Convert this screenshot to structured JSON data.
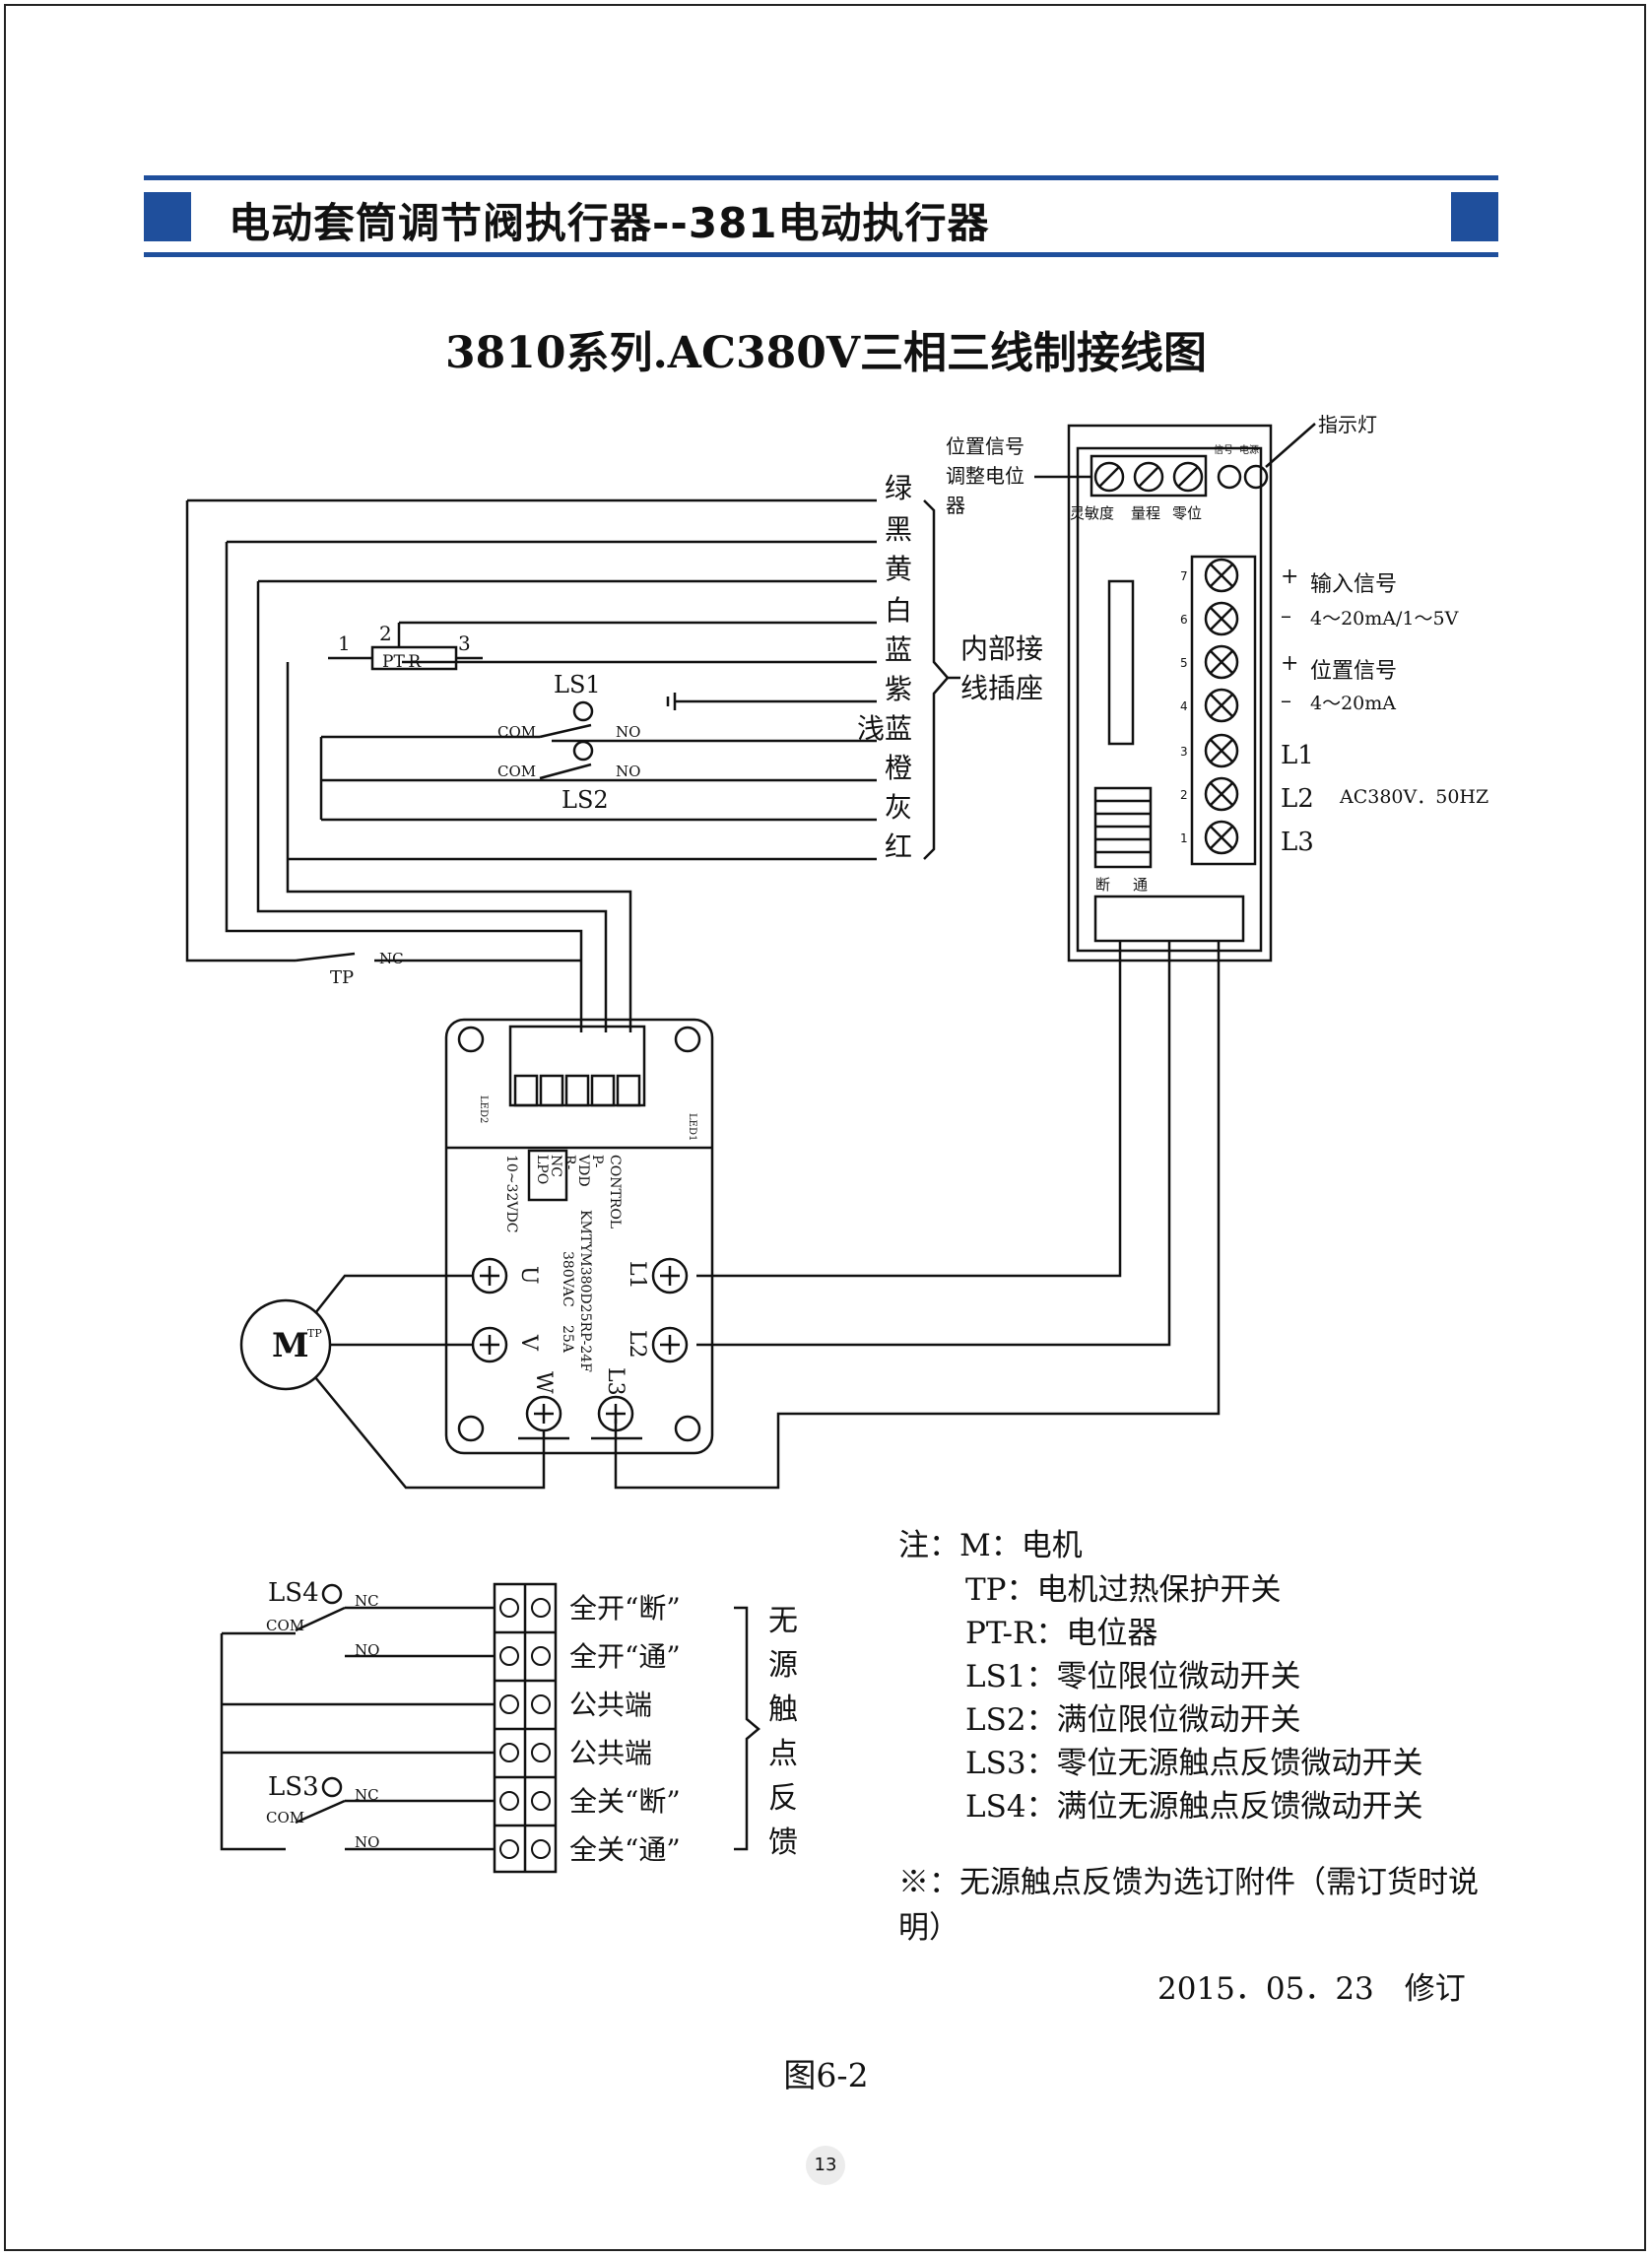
{
  "header": {
    "title": "电动套筒调节阀执行器--381电动执行器"
  },
  "diagram": {
    "title": "3810系列.AC380V三相三线制接线图",
    "wire_colors": [
      "绿",
      "黑",
      "黄",
      "白",
      "蓝",
      "紫",
      "浅蓝",
      "橙",
      "灰",
      "红"
    ],
    "internal_socket": [
      "内部接",
      "线插座"
    ],
    "potentiometer_label": [
      "位置信号",
      "调整电位",
      "器"
    ],
    "pot_knobs": [
      "灵敏度",
      "量程",
      "零位"
    ],
    "indicator": "指示灯",
    "indicator_small": [
      "信号",
      "电源"
    ],
    "terminal_numbers": [
      "7",
      "6",
      "5",
      "4",
      "3",
      "2",
      "1"
    ],
    "input_signal": {
      "title": "输入信号",
      "range": "4～20mA/1～5V"
    },
    "position_signal": {
      "title": "位置信号",
      "range": "4～20mA"
    },
    "phases": [
      "L1",
      "L2",
      "L3"
    ],
    "power": "AC380V．50HZ",
    "dip_labels": [
      "断",
      "通"
    ],
    "pt": {
      "name": "PT-R",
      "pins": [
        "1",
        "2",
        "3"
      ]
    },
    "ls1": "LS1",
    "ls2": "LS2",
    "ls3": "LS3",
    "ls4": "LS4",
    "com": "COM",
    "no": "NO",
    "nc": "NC",
    "tp": "TP",
    "motor": "M",
    "motor_tp": "TP",
    "module": {
      "control_list": [
        "CONTROL",
        "P-",
        "VDD",
        "R-",
        "NC",
        "LPO"
      ],
      "supply": "10~32VDC",
      "model": "KMTYM380D25RP-24F",
      "rating": [
        "380VAC",
        "25A"
      ],
      "terminals": [
        "U",
        "V",
        "W",
        "L1",
        "L2",
        "L3"
      ],
      "led": [
        "LED1",
        "LED2"
      ]
    },
    "feedback_rows": [
      "全开“断”",
      "全开“通”",
      "公共端",
      "公共端",
      "全关“断”",
      "全关“通”"
    ],
    "feedback_title": [
      "无",
      "源",
      "触",
      "点",
      "反",
      "馈"
    ]
  },
  "notes": {
    "title": "注：M：电机",
    "items": [
      "TP：电机过热保护开关",
      "PT-R：电位器",
      "LS1：零位限位微动开关",
      "LS2：满位限位微动开关",
      "LS3：零位无源触点反馈微动开关",
      "LS4：满位无源触点反馈微动开关"
    ],
    "optional": "※：无源触点反馈为选订附件（需订货时说明）",
    "revision": "2015．05．23　修订"
  },
  "figure": "图6-2",
  "page_number": "13",
  "colors": {
    "accent": "#1f4f9c",
    "line": "#111111"
  }
}
